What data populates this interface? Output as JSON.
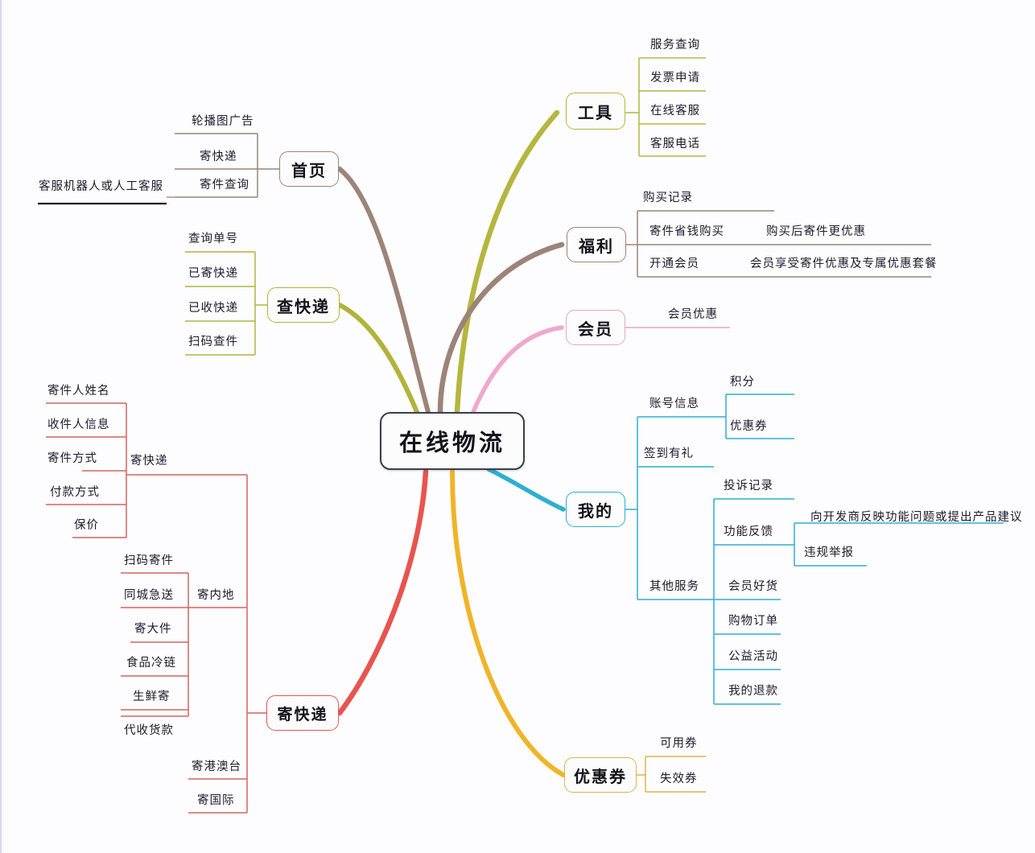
{
  "meta": {
    "kind": "mind-map",
    "background": "#fdfdff"
  },
  "root": {
    "label": "在线物流",
    "color": "#3a3f4b"
  },
  "branches": [
    {
      "id": "homepage",
      "label": "首页",
      "color": "#9c8478",
      "children": [
        {
          "label": "轮播图广告",
          "children": []
        },
        {
          "label": "寄快递",
          "children": []
        },
        {
          "label": "寄件查询",
          "children": [
            {
              "label": "客服机器人或人工客服"
            }
          ]
        }
      ]
    },
    {
      "id": "track-express",
      "label": "查快递",
      "color": "#b2b33c",
      "children": [
        {
          "label": "查询单号",
          "children": []
        },
        {
          "label": "已寄快递",
          "children": []
        },
        {
          "label": "已收快递",
          "children": []
        },
        {
          "label": "扫码查件",
          "children": []
        }
      ]
    },
    {
      "id": "send-express",
      "label": "寄快递",
      "color": "#e8544f",
      "children": [
        {
          "label": "寄快递",
          "children": [
            {
              "label": "寄件人姓名"
            },
            {
              "label": "收件人信息"
            },
            {
              "label": "寄件方式"
            },
            {
              "label": "付款方式"
            },
            {
              "label": "保价"
            }
          ]
        },
        {
          "label": "寄内地",
          "children": [
            {
              "label": "扫码寄件"
            },
            {
              "label": "同城急送"
            },
            {
              "label": "寄大件"
            },
            {
              "label": "食品冷链"
            },
            {
              "label": "生鲜寄"
            },
            {
              "label": "代收货款"
            }
          ]
        },
        {
          "label": "寄港澳台",
          "children": []
        },
        {
          "label": "寄国际",
          "children": []
        }
      ]
    },
    {
      "id": "tools",
      "label": "工具",
      "color": "#b5b63f",
      "children": [
        {
          "label": "服务查询",
          "children": []
        },
        {
          "label": "发票申请",
          "children": []
        },
        {
          "label": "在线客服",
          "children": []
        },
        {
          "label": "客服电话",
          "children": []
        }
      ]
    },
    {
      "id": "benefits",
      "label": "福利",
      "color": "#9c8478",
      "children": [
        {
          "label": "购买记录",
          "children": []
        },
        {
          "label": "寄件省钱购买",
          "children": [
            {
              "label": "购买后寄件更优惠"
            }
          ]
        },
        {
          "label": "开通会员",
          "children": [
            {
              "label": "会员享受寄件优惠及专属优惠套餐"
            }
          ]
        }
      ]
    },
    {
      "id": "member",
      "label": "会员",
      "color": "#f0a8cc",
      "children": [
        {
          "label": "会员优惠",
          "children": []
        }
      ]
    },
    {
      "id": "mine",
      "label": "我的",
      "color": "#2fafd0",
      "children": [
        {
          "label": "账号信息",
          "children": [
            {
              "label": "积分"
            },
            {
              "label": "优惠券"
            }
          ]
        },
        {
          "label": "签到有礼",
          "children": []
        },
        {
          "label": "投诉记录",
          "children": []
        },
        {
          "label": "功能反馈",
          "children": [
            {
              "label": "向开发商反映功能问题或提出产品建议"
            },
            {
              "label": "违规举报"
            }
          ]
        },
        {
          "label": "其他服务",
          "children": [
            {
              "label": "会员好货"
            },
            {
              "label": "购物订单"
            },
            {
              "label": "公益活动"
            },
            {
              "label": "我的退款"
            }
          ]
        }
      ]
    },
    {
      "id": "coupon",
      "label": "优惠券",
      "color": "#f0b429",
      "children": [
        {
          "label": "可用券",
          "children": []
        },
        {
          "label": "失效券",
          "children": []
        }
      ]
    }
  ],
  "nodes": {
    "root_label": "在线物流",
    "homepage": "首页",
    "homepage_c1": "轮播图广告",
    "homepage_c2": "寄快递",
    "homepage_c3": "寄件查询",
    "homepage_c3_s1": "客服机器人或人工客服",
    "track": "查快递",
    "track_c1": "查询单号",
    "track_c2": "已寄快递",
    "track_c3": "已收快递",
    "track_c4": "扫码查件",
    "send": "寄快递",
    "send_g1": "寄快递",
    "send_g1_c1": "寄件人姓名",
    "send_g1_c2": "收件人信息",
    "send_g1_c3": "寄件方式",
    "send_g1_c4": "付款方式",
    "send_g1_c5": "保价",
    "send_g2": "寄内地",
    "send_g2_c1": "扫码寄件",
    "send_g2_c2": "同城急送",
    "send_g2_c3": "寄大件",
    "send_g2_c4": "食品冷链",
    "send_g2_c5": "生鲜寄",
    "send_g2_c6": "代收货款",
    "send_g3": "寄港澳台",
    "send_g4": "寄国际",
    "tools": "工具",
    "tools_c1": "服务查询",
    "tools_c2": "发票申请",
    "tools_c3": "在线客服",
    "tools_c4": "客服电话",
    "benefits": "福利",
    "benefits_c1": "购买记录",
    "benefits_c2": "寄件省钱购买",
    "benefits_c2_s1": "购买后寄件更优惠",
    "benefits_c3": "开通会员",
    "benefits_c3_s1": "会员享受寄件优惠及专属优惠套餐",
    "member": "会员",
    "member_c1": "会员优惠",
    "mine": "我的",
    "mine_c1": "账号信息",
    "mine_c1_s1": "积分",
    "mine_c1_s2": "优惠券",
    "mine_c2": "签到有礼",
    "mine_c3": "投诉记录",
    "mine_c4": "功能反馈",
    "mine_c4_s1": "向开发商反映功能问题或提出产品建议",
    "mine_c4_s2": "违规举报",
    "mine_c5": "其他服务",
    "mine_c5_s1": "会员好货",
    "mine_c5_s2": "购物订单",
    "mine_c5_s3": "公益活动",
    "mine_c5_s4": "我的退款",
    "coupon": "优惠券",
    "coupon_c1": "可用券",
    "coupon_c2": "失效券"
  },
  "colors": {
    "root": "#3a3f4b",
    "homepage": "#9c8478",
    "track": "#b2b33c",
    "send": "#e8544f",
    "tools": "#b5b63f",
    "benefits": "#9c8478",
    "member": "#f0a8cc",
    "mine": "#2fafd0",
    "coupon": "#f0b429"
  }
}
